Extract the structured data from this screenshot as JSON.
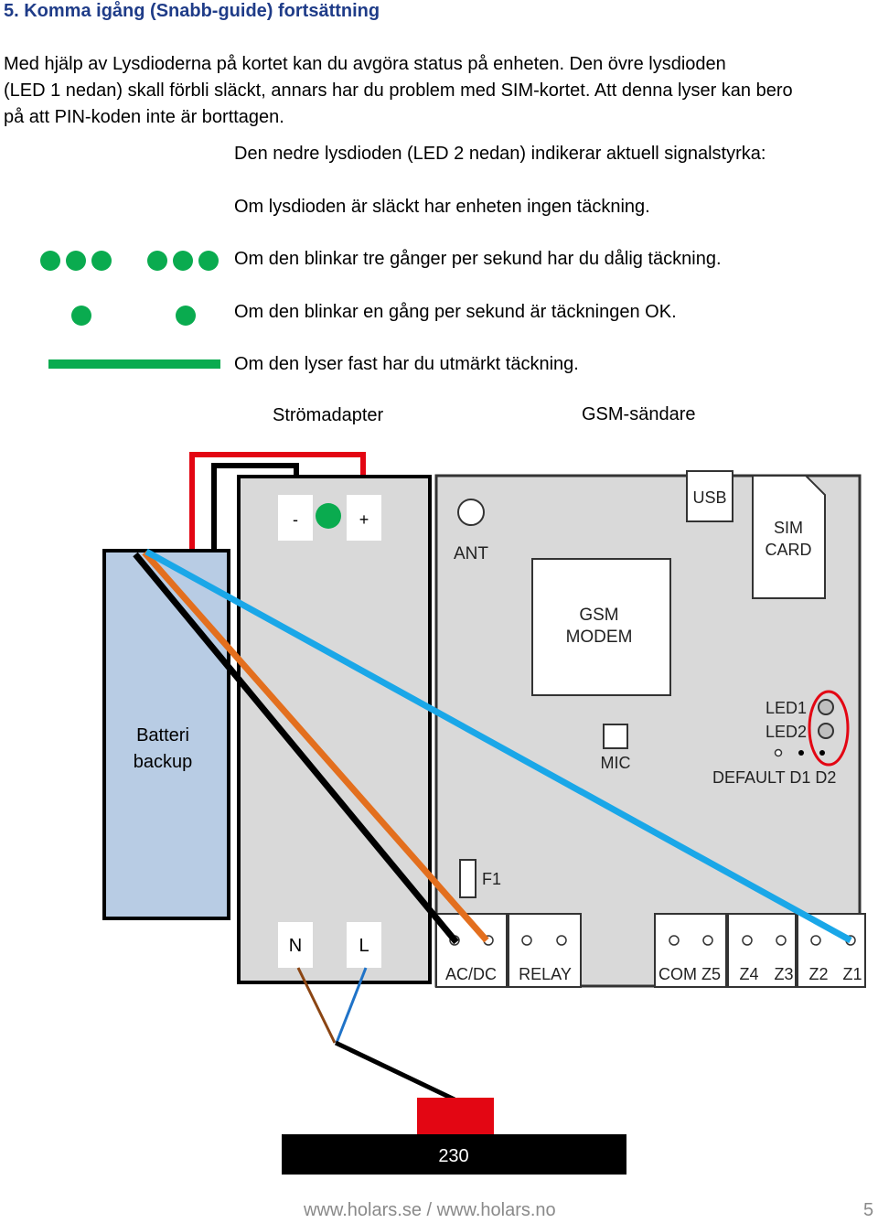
{
  "heading": "5. Komma igång (Snabb-guide) fortsättning",
  "intro": {
    "line1": "Med hjälp av Lysdioderna på kortet kan du avgöra status på enheten. Den övre lysdioden",
    "line2": "(LED 1 nedan) skall förbli släckt, annars har du problem med SIM-kortet. Att denna lyser kan bero",
    "line3": "på att PIN-koden inte är borttagen."
  },
  "legend": {
    "intro": "Den nedre lysdioden (LED 2 nedan) indikerar aktuell signalstyrka:",
    "off": "Om lysdioden är släckt har enheten ingen täckning.",
    "fast": "Om den blinkar tre gånger per sekund har du dålig täckning.",
    "slow": "Om den blinkar en gång per sekund är täckningen OK.",
    "solid": "Om den lyser fast har du utmärkt täckning."
  },
  "diagram": {
    "power_adapter": "Strömadapter",
    "gsm_sender": "GSM-sändare",
    "minus": "-",
    "plus": "+",
    "battery_line1": "Batteri",
    "battery_line2": "backup",
    "n": "N",
    "l": "L",
    "ant": "ANT",
    "usb": "USB",
    "sim_line1": "SIM",
    "sim_line2": "CARD",
    "gsm_line1": "GSM",
    "gsm_line2": "MODEM",
    "led1": "LED1",
    "led2": "LED2",
    "mic": "MIC",
    "default_label": "DEFAULT D1 D2",
    "f1": "F1",
    "acdc": "AC/DC",
    "relay": "RELAY",
    "com_z5": "COM Z5",
    "z4": "Z4",
    "z3": "Z3",
    "z2": "Z2",
    "z1": "Z1",
    "mains": "230"
  },
  "colors": {
    "led_green": "#0aab4f",
    "wire_red": "#e30613",
    "wire_blue": "#1aa7e8",
    "wire_orange": "#e36f1e",
    "battery_fill": "#b8cce4",
    "board_fill": "#d9d9d9",
    "heading_color": "#1f3c88"
  },
  "footer": {
    "url": "www.holars.se / www.holars.no",
    "page": "5"
  }
}
